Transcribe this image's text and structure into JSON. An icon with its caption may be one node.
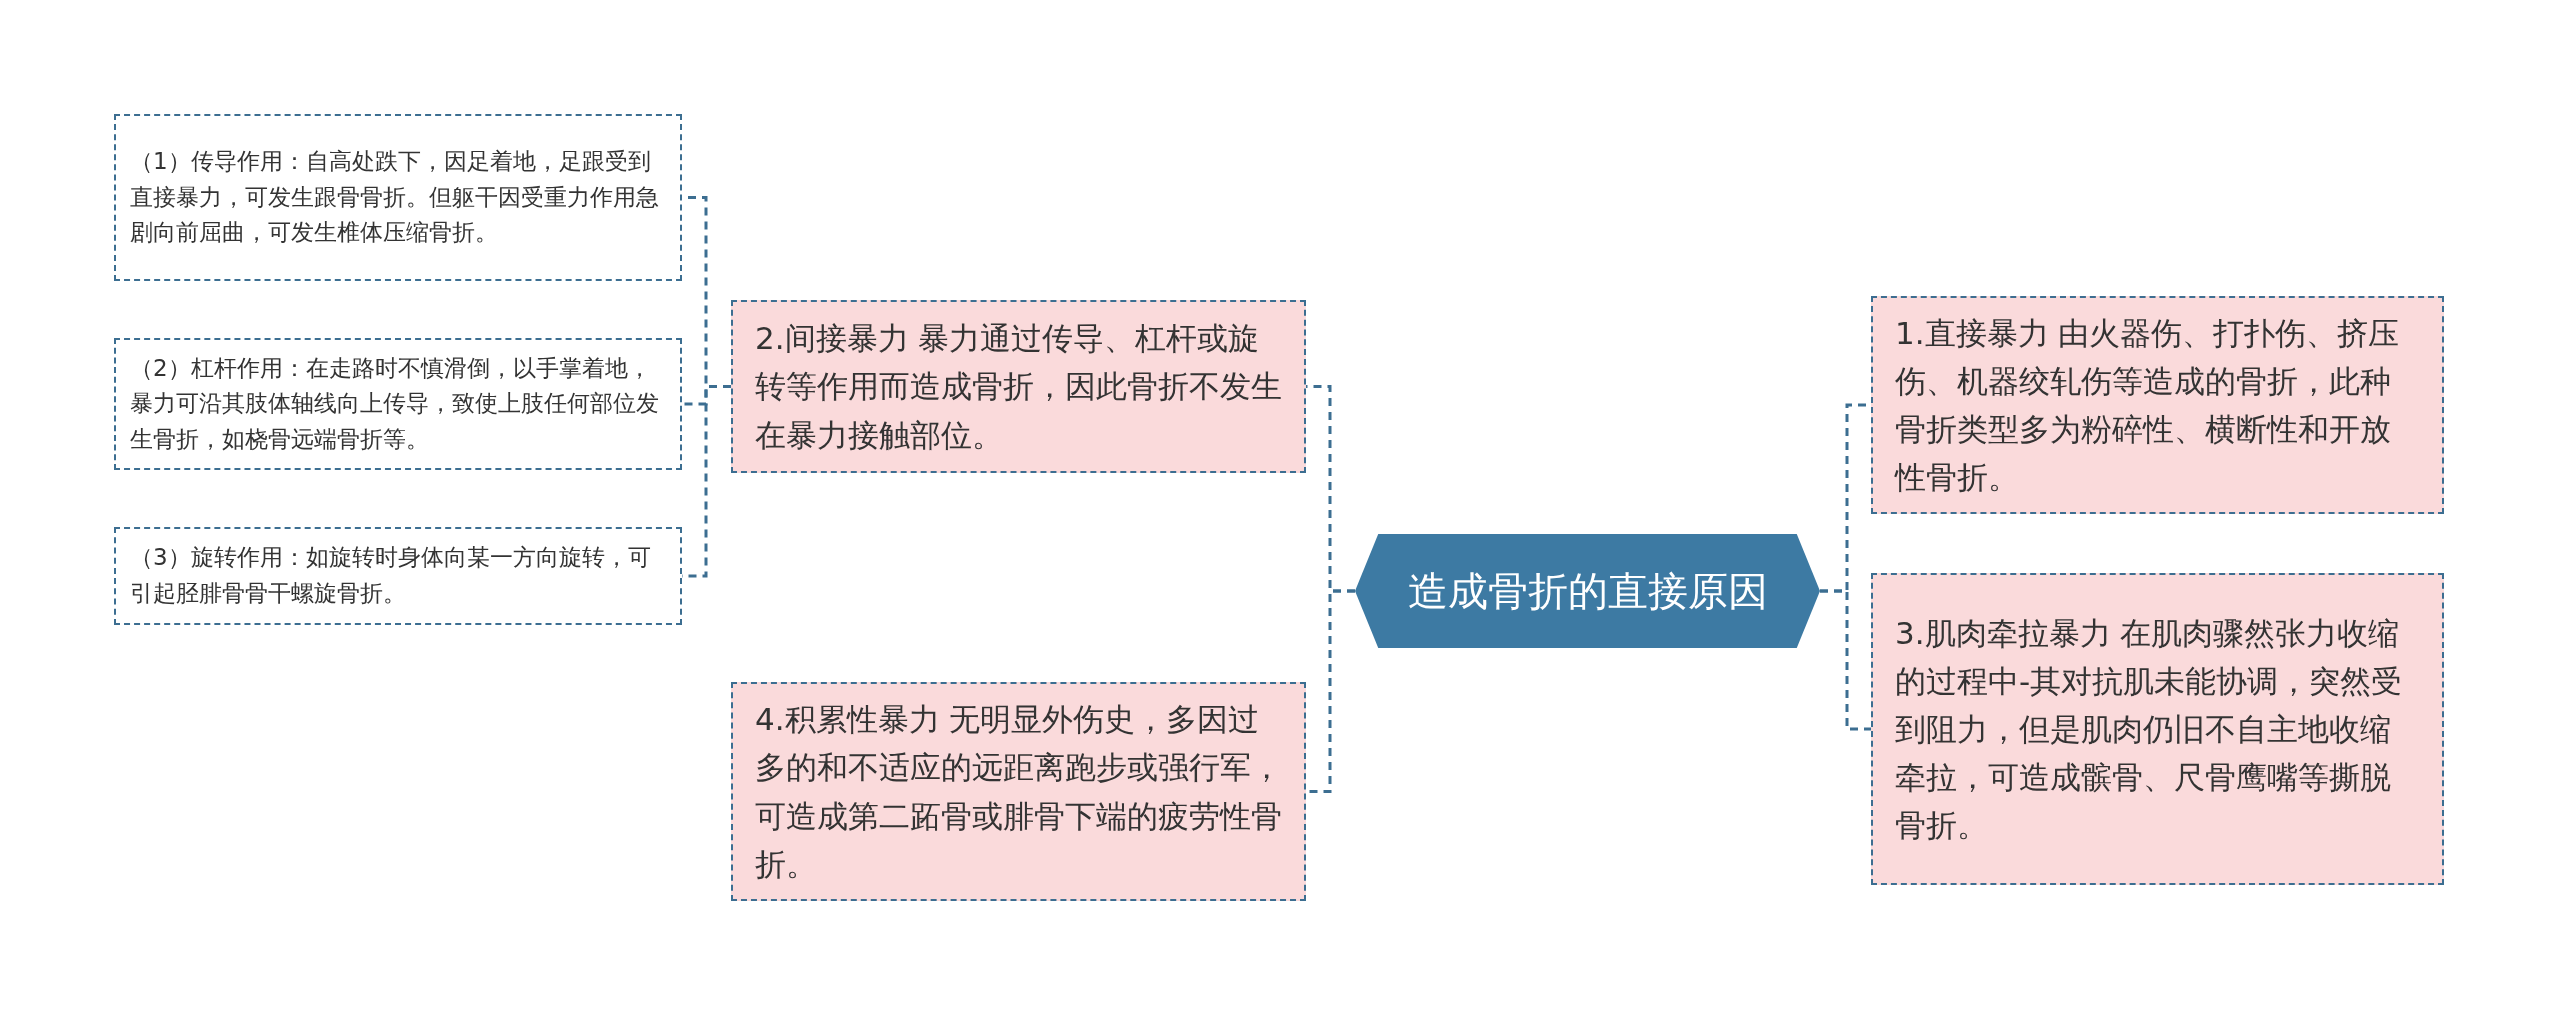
{
  "diagram": {
    "nodes": [
      {
        "text": [
          "造成骨折的直接原因"
        ]
      },
      {
        "text": [
          "1.直接暴力 由火器伤、打扑伤、挤压伤、机器绞轧伤等造成的骨折，此种骨折类型多为粉碎性、横断性和开放性骨折。"
        ]
      },
      {
        "text": [
          "2.间接暴力 暴力通过传导、杠杆或旋转等作用而造成骨折，因此骨折不发生在暴力接触部位。"
        ]
      },
      {
        "text": [
          "（1）传导作用：自高处跌下，因足着地，足跟受到直接暴力，可发生跟骨骨折。但躯干因受重力作用急剧向前屈曲，可发生椎体压缩骨折。"
        ]
      },
      {
        "text": [
          "（2）杠杆作用：在走路时不慎滑倒，以手掌着地，暴力可沿其肢体轴线向上传导，致使上肢任何部位发生骨折，如桡骨远端骨折等。"
        ]
      },
      {
        "text": [
          "（3）旋转作用：如旋转时身体向某一方向旋转，可引起胫腓骨骨干螺旋骨折。"
        ]
      },
      {
        "text": [
          "3.肌肉牵拉暴力 在肌肉骤然张力收缩的过程中-其对抗肌未能协调，突然受到阻力，但是肌肉仍旧不自主地收缩牵拉，可造成髌骨、尺骨鹰嘴等撕脱骨折。"
        ]
      },
      {
        "text": [
          "4.积累性暴力 无明显外伤史，多因过多的和不适应的远距离跑步或强行军，可造成第二跖骨或腓骨下端的疲劳性骨折。"
        ]
      }
    ],
    "edges": [
      {
        "from": 0,
        "to": 1,
        "arrow": "none",
        "style": "dashed"
      },
      {
        "from": 0,
        "to": 6,
        "arrow": "none",
        "style": "dashed"
      },
      {
        "from": 0,
        "to": 2,
        "arrow": "none",
        "style": "dashed"
      },
      {
        "from": 0,
        "to": 7,
        "arrow": "none",
        "style": "dashed"
      },
      {
        "from": 2,
        "to": 3,
        "arrow": "none",
        "style": "dashed"
      },
      {
        "from": 2,
        "to": 4,
        "arrow": "none",
        "style": "dashed"
      },
      {
        "from": 2,
        "to": 5,
        "arrow": "none",
        "style": "dashed"
      }
    ]
  }
}
